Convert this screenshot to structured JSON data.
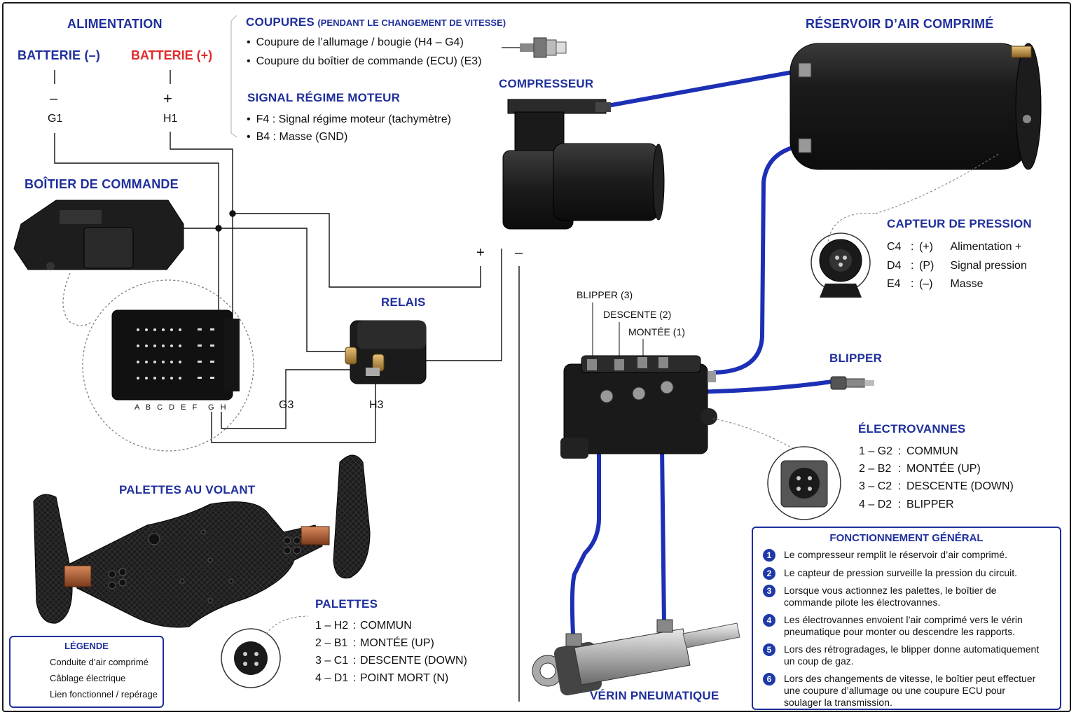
{
  "alimentation": {
    "title": "ALIMENTATION",
    "neg_label": "BATTERIE (–)",
    "pos_label": "BATTERIE (+)",
    "neg_sign": "–",
    "pos_sign": "+",
    "neg_pin": "G1",
    "pos_pin": "H1"
  },
  "coupures": {
    "title": "COUPURES",
    "subtitle": "(PENDANT LE CHANGEMENT DE VITESSE)",
    "items": [
      "Coupure de l’allumage / bougie (H4 – G4)",
      "Coupure du boîtier de commande (ECU) (E3)"
    ]
  },
  "signal": {
    "title": "SIGNAL RÉGIME MOTEUR",
    "items": [
      "F4 : Signal régime moteur (tachymètre)",
      "B4 : Masse (GND)"
    ]
  },
  "compresseur": {
    "title": "COMPRESSEUR"
  },
  "reservoir": {
    "title": "RÉSERVOIR D’AIR COMPRIMÉ"
  },
  "boitier": {
    "title": "BOÎTIER DE COMMANDE",
    "pins_left": "A B C D E F",
    "pins_right": "G H"
  },
  "relais": {
    "title": "RELAIS",
    "pin_a": "G3",
    "pin_b": "H3",
    "plus": "+",
    "minus": "–"
  },
  "capteur": {
    "title": "CAPTEUR DE PRESSION",
    "rows": [
      {
        "pin": "C4",
        "sig": "(+)",
        "desc": "Alimentation +"
      },
      {
        "pin": "D4",
        "sig": "(P)",
        "desc": "Signal pression"
      },
      {
        "pin": "E4",
        "sig": "(–)",
        "desc": "Masse"
      }
    ]
  },
  "valves": {
    "blipper": "BLIPPER (3)",
    "descente": "DESCENTE (2)",
    "montee": "MONTÉE (1)"
  },
  "blipper": {
    "title": "BLIPPER"
  },
  "electrovannes": {
    "title": "ÉLECTROVANNES",
    "rows": [
      {
        "idx": "1 – G2",
        "desc": "COMMUN"
      },
      {
        "idx": "2 – B2",
        "desc": "MONTÉE (UP)"
      },
      {
        "idx": "3 – C2",
        "desc": "DESCENTE (DOWN)"
      },
      {
        "idx": "4 – D2",
        "desc": "BLIPPER"
      }
    ]
  },
  "palettes_volant": {
    "title": "PALETTES AU VOLANT"
  },
  "palettes": {
    "title": "PALETTES",
    "rows": [
      {
        "idx": "1 – H2",
        "desc": "COMMUN"
      },
      {
        "idx": "2 – B1",
        "desc": "MONTÉE (UP)"
      },
      {
        "idx": "3 – C1",
        "desc": "DESCENTE (DOWN)"
      },
      {
        "idx": "4 – D1",
        "desc": "POINT MORT (N)"
      }
    ]
  },
  "verin": {
    "title": "VÉRIN PNEUMATIQUE"
  },
  "legende": {
    "title": "LÉGENDE",
    "items": [
      "Conduite d’air comprimé",
      "Câblage électrique",
      "Lien fonctionnel / repérage"
    ]
  },
  "fonctionnement": {
    "title": "FONCTIONNEMENT GÉNÉRAL",
    "steps": [
      {
        "n": "1",
        "text": "Le compresseur remplit le réservoir d’air comprimé."
      },
      {
        "n": "2",
        "text": "Le capteur de pression surveille la pression du circuit."
      },
      {
        "n": "3",
        "text": "Lorsque vous actionnez les palettes, le boîtier de commande pilote les électrovannes."
      },
      {
        "n": "4",
        "text": "Les électrovannes envoient l’air comprimé vers le vérin pneumatique pour monter ou descendre les rapports."
      },
      {
        "n": "5",
        "text": "Lors des rétrogradages, le blipper donne automatiquement un coup de gaz."
      },
      {
        "n": "6",
        "text": "Lors des changements de vitesse, le boîtier peut effectuer une coupure d’allumage ou une coupure ECU pour soulager la transmission."
      }
    ]
  },
  "colors": {
    "title_blue": "#1f2f9c",
    "battery_red": "#e02a2a",
    "air_line": "#1c2fb5",
    "wire": "#111111",
    "device": "#1d1d1d"
  }
}
